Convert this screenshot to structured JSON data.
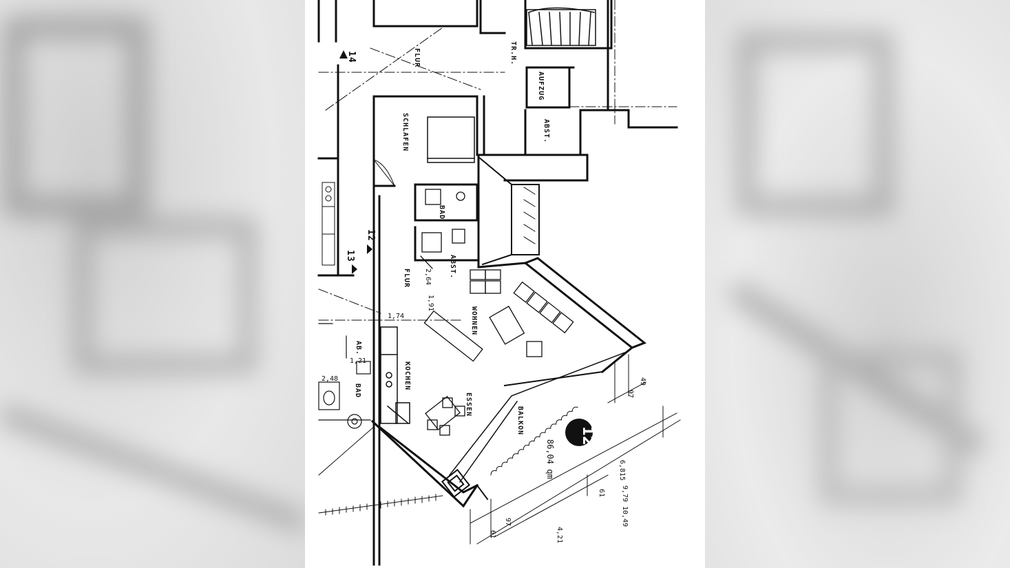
{
  "plan": {
    "unit_number": "12",
    "area": "86,04 qm",
    "rooms": {
      "flur_top": "FLUR",
      "trh": "TR.H.",
      "aufzug": "AUFZUG",
      "abst_top": "ABST.",
      "schlafen": "SCHLAFEN",
      "bad": "BAD",
      "abst_mid": "ABST.",
      "flur": "FLUR",
      "wohnen": "WOHNEN",
      "kochen": "KOCHEN",
      "essen": "ESSEN",
      "balkon": "BALKON",
      "ab": "AB.",
      "bad_left": "BAD"
    },
    "markers": {
      "m14": "14",
      "m12": "12",
      "m13": "13"
    },
    "dimensions": {
      "d264": "2,64",
      "d191": "1,91",
      "d174": "1,74",
      "d121": "1,21",
      "d248": "2,48",
      "d9790": "9,79",
      "d6815": "6,815",
      "d10490": "10,49",
      "d97a": "97",
      "d97b": "97",
      "d49": "49",
      "d421": "4,21",
      "d61a": "61",
      "d61b": "61"
    }
  }
}
